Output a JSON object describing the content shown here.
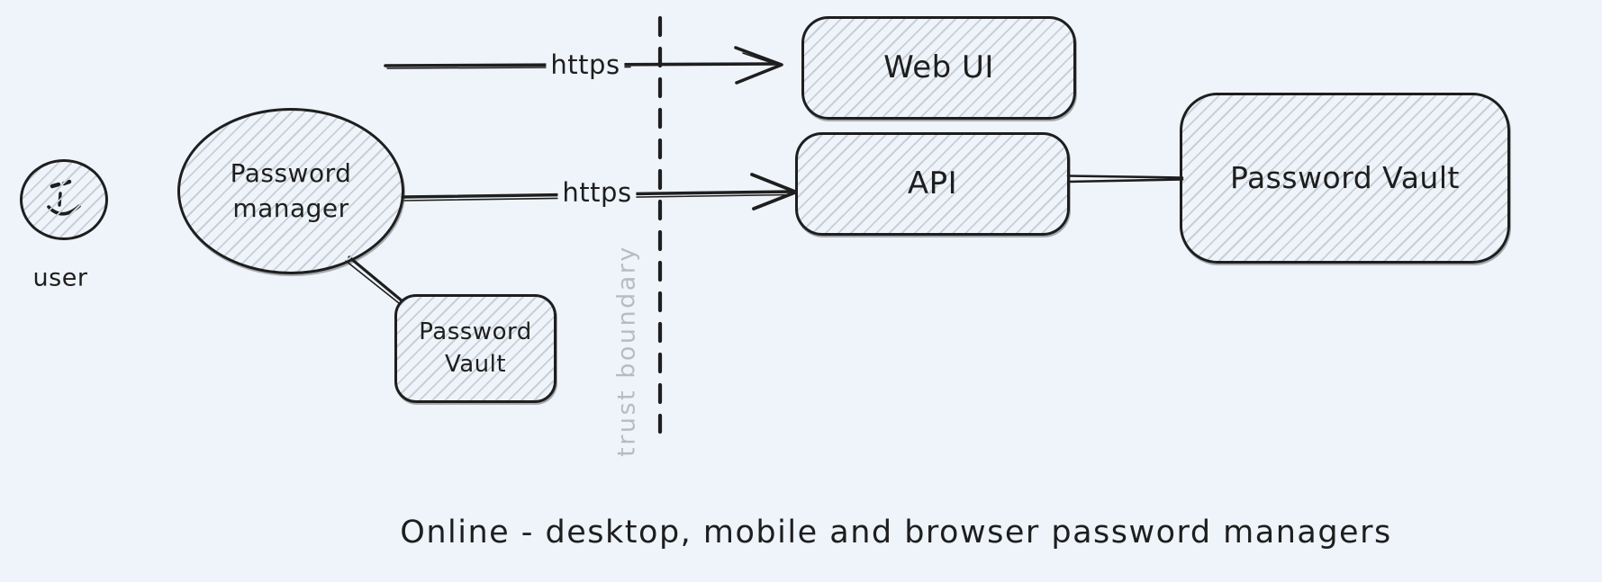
{
  "theme": {
    "bg": "#eef4fa",
    "ink": "#1e1e1e",
    "hatch": "#c9cfd7",
    "muted": "#b6bcc4"
  },
  "diagram": {
    "type": "threat-model-diagram",
    "style": "hand-drawn"
  },
  "nodes": {
    "user": {
      "label": "user",
      "shape": "circle-with-smiley"
    },
    "password_manager": {
      "line1": "Password",
      "line2": "manager",
      "shape": "ellipse"
    },
    "local_vault": {
      "line1": "Password",
      "line2": "Vault",
      "shape": "rounded-rect"
    },
    "web_ui": {
      "label": "Web UI",
      "shape": "rounded-rect"
    },
    "api": {
      "label": "API",
      "shape": "rounded-rect"
    },
    "password_vault": {
      "label": "Password Vault",
      "shape": "rounded-rect"
    }
  },
  "edges": {
    "to_web_ui": {
      "label": "https",
      "type": "arrow"
    },
    "manager_to_api": {
      "label": "https",
      "type": "arrow"
    },
    "api_to_vault": {
      "type": "double-line"
    },
    "manager_to_local_vault": {
      "type": "line"
    }
  },
  "boundary": {
    "label": "trust boundary",
    "style": "dashed-vertical"
  },
  "caption": {
    "text": "Online - desktop, mobile and browser password managers"
  }
}
